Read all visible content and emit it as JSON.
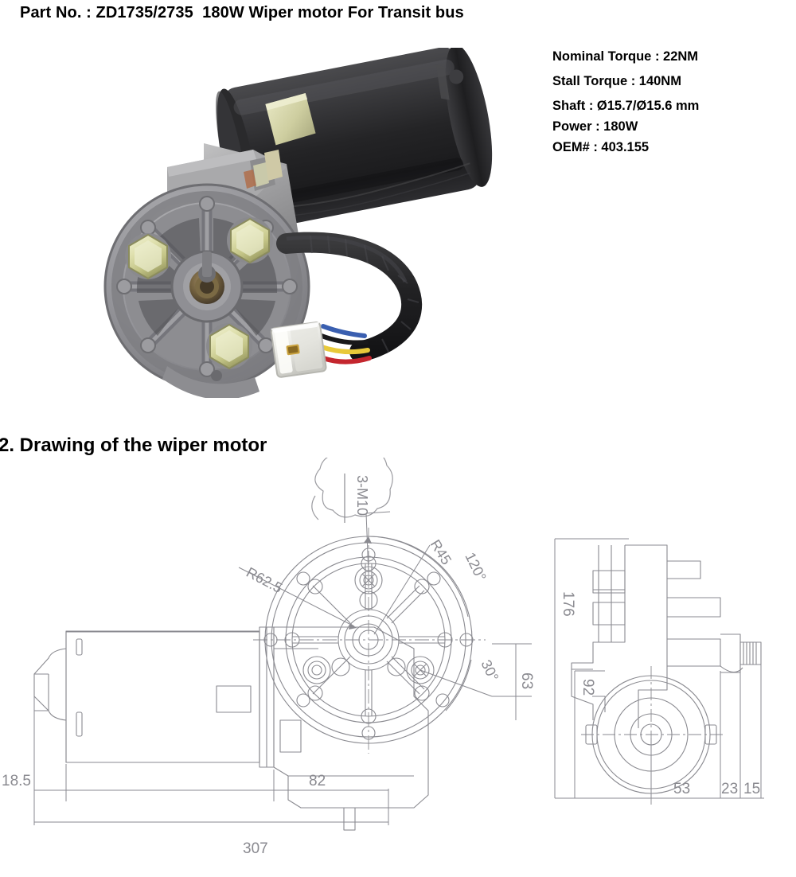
{
  "title": "Part No. : ZD1735/2735  180W Wiper motor For Transit bus",
  "specs": [
    {
      "label": "Nominal Torque",
      "value": "22NM",
      "text": "Nominal Torque : 22NM"
    },
    {
      "label": "Stall Torque",
      "value": "140NM",
      "text": "Stall Torque : 140NM"
    },
    {
      "label": "Shaft",
      "value": "Ø15.7/Ø15.6 mm",
      "text": "Shaft : Ø15.7/Ø15.6 mm"
    },
    {
      "label": "Power",
      "value": "180W",
      "text": "Power : 180W"
    },
    {
      "label": "OEM#",
      "value": "403.155",
      "text": "OEM# : 403.155"
    }
  ],
  "section2": {
    "heading": "2. Drawing of the wiper motor"
  },
  "photo": {
    "alt": "Wiper motor with aluminium gearbox, black motor can and wiring harness",
    "colors": {
      "motor_can": "#2b2b2d",
      "gearbox": "#9a9a9c",
      "bolt_zinc": "#d8d9a8",
      "connector": "#f0f0ee",
      "wire_black": "#1d1d1f",
      "wire_yellow": "#e8c93a",
      "wire_red": "#c4262e",
      "wire_blue": "#3a5fb0",
      "label_plate": "#ccccA0"
    }
  },
  "drawing": {
    "line_color": "#8a8a90",
    "dimensions": {
      "front_view": [
        {
          "name": "thread-callout",
          "text": "3-M10"
        },
        {
          "name": "radius-outer",
          "text": "R62.5"
        },
        {
          "name": "radius-bolt-circle",
          "text": "R45"
        },
        {
          "name": "angle-120",
          "text": "120°"
        },
        {
          "name": "angle-30",
          "text": "30°"
        },
        {
          "name": "height-63",
          "text": "63"
        }
      ],
      "side_view": [
        {
          "name": "dim-18-5",
          "text": "18.5"
        },
        {
          "name": "dim-82",
          "text": "82"
        },
        {
          "name": "dim-307",
          "text": "307"
        }
      ],
      "end_view": [
        {
          "name": "dim-176",
          "text": "176"
        },
        {
          "name": "dim-92",
          "text": "92"
        },
        {
          "name": "dim-53",
          "text": "53"
        },
        {
          "name": "dim-23",
          "text": "23"
        },
        {
          "name": "dim-15",
          "text": "15"
        }
      ]
    }
  }
}
